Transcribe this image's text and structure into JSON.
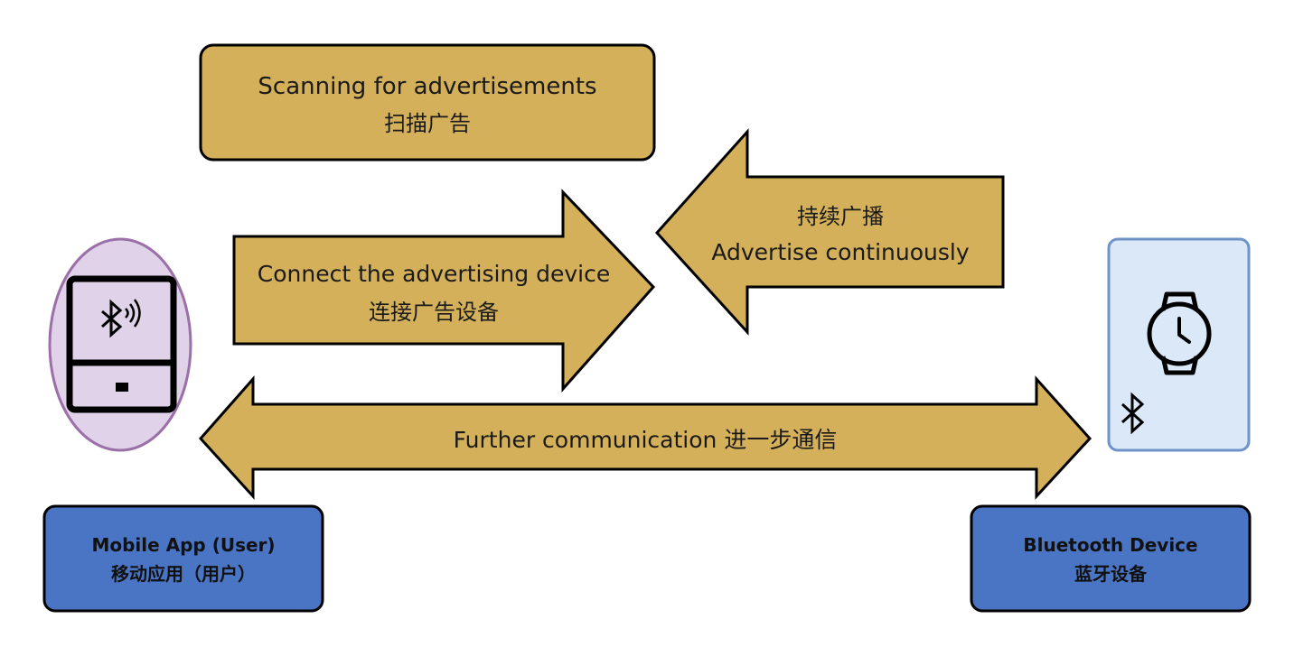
{
  "colors": {
    "arrow_fill": "#d4b05a",
    "stroke": "#000000",
    "box_fill": "#4a74c4",
    "phone_oval_fill": "#e0d2e8",
    "phone_oval_stroke": "#9b6fa8",
    "device_card_fill": "#dbe8f8",
    "device_card_stroke": "#6e93c8"
  },
  "scan_box": {
    "line1": "Scanning for advertisements",
    "line2": "扫描广告"
  },
  "connect_arrow": {
    "line1": "Connect the advertising device",
    "line2": "连接广告设备"
  },
  "advertise_arrow": {
    "line1": "持续广播",
    "line2": "Advertise continuously"
  },
  "comm_arrow": {
    "label": "Further communication  进一步通信"
  },
  "mobile_box": {
    "line1": "Mobile App (User)",
    "line2": "移动应用（用户）"
  },
  "device_box": {
    "line1": "Bluetooth Device",
    "line2": "蓝牙设备"
  },
  "icons": {
    "phone": "phone-bluetooth-icon",
    "watch": "smartwatch-icon",
    "bluetooth": "bluetooth-icon"
  }
}
